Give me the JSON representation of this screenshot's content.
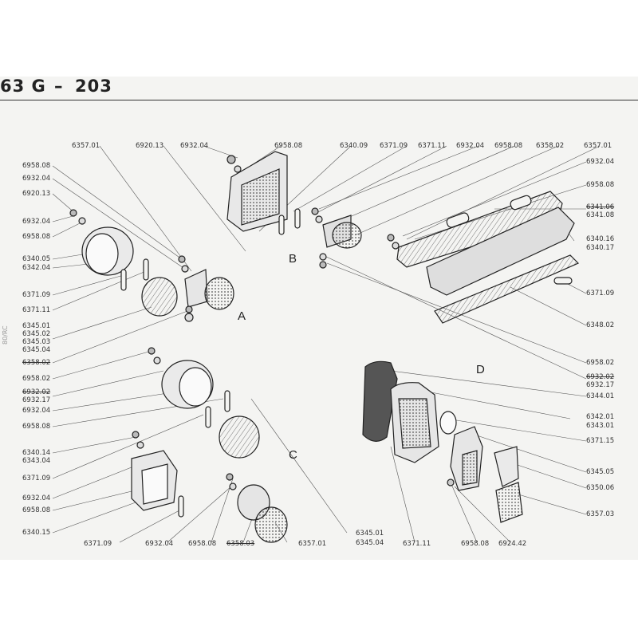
{
  "header": {
    "left_code": "63 G",
    "dash": "–",
    "right_code": "203"
  },
  "margin_note": "80/RC",
  "groups": {
    "a": "A",
    "b": "B",
    "c": "C",
    "d": "D"
  },
  "labels": {
    "l1": "6357.01",
    "l2": "6920.13",
    "l3": "6932.04",
    "l4": "6958.08",
    "l5": "6340.09",
    "l6": "6371.09",
    "l7": "6371.11",
    "l8": "6932.04",
    "l9": "6958.08",
    "l10": "6358.02",
    "l11": "6357.01",
    "l12": "6932.04",
    "l13": "6958.08",
    "l14": "6341.06",
    "l15": "6341.08",
    "l16": "6340.16",
    "l17": "6340.17",
    "l18": "6371.09",
    "l19": "6348.02",
    "l20": "6958.02",
    "l21": "6932.02",
    "l22": "6932.17",
    "l23": "6344.01",
    "l24": "6342.01",
    "l25": "6343.01",
    "l26": "6371.15",
    "l27": "6345.05",
    "l28": "6350.06",
    "l29": "6357.03",
    "k1": "6958.08",
    "k2": "6932.04",
    "k3": "6920.13",
    "k4": "6932.04",
    "k5": "6958.08",
    "k6": "6340.05",
    "k7": "6342.04",
    "k8": "6371.09",
    "k9": "6371.11",
    "k10": "6345.01",
    "k11": "6345.02",
    "k12": "6345.03",
    "k13": "6345.04",
    "k14": "6358.02",
    "k15": "6958.02",
    "k16": "6932.02",
    "k17": "6932.17",
    "k18": "6932.04",
    "k19": "6958.08",
    "k20": "6340.14",
    "k21": "6343.04",
    "k22": "6371.09",
    "k23": "6932.04",
    "k24": "6958.08",
    "k25": "6340.15",
    "b1": "6371.09",
    "b2": "6932.04",
    "b3": "6958.08",
    "b4": "6358.03",
    "b5": "6357.01",
    "b6": "6345.01",
    "b7": "6345.04",
    "b8": "6371.11",
    "b9": "6958.08",
    "b10": "6924.42"
  }
}
